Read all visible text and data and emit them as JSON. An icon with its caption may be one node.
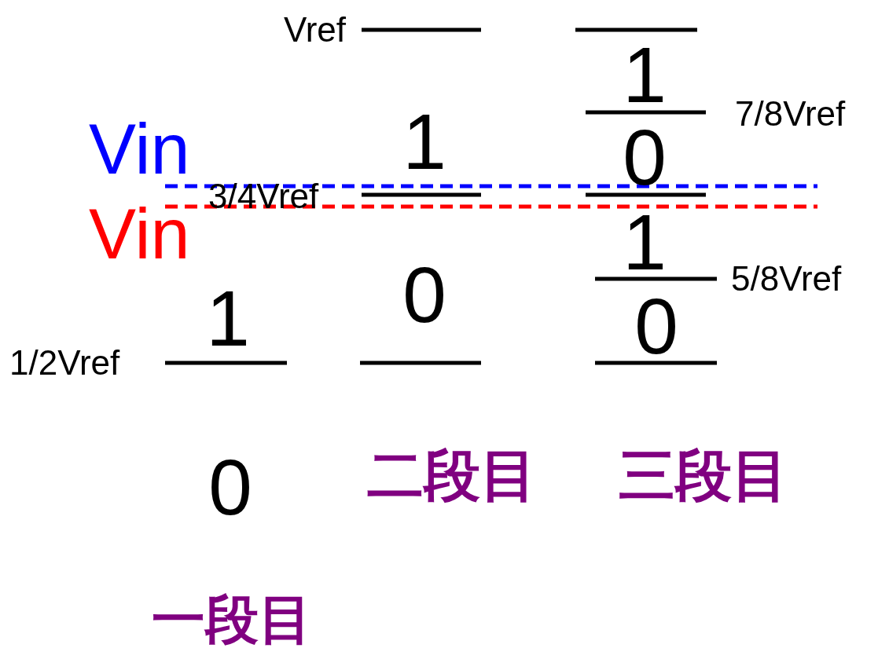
{
  "diagram": {
    "labels": [
      "Vref",
      "1",
      "7/8Vref",
      "Vin",
      "1",
      "0",
      "3/4Vref",
      "Vin",
      "1",
      "5/8Vref",
      "0",
      "1",
      "0",
      "1/2Vref",
      "0",
      "二段目",
      "三段目",
      "一段目"
    ]
  }
}
